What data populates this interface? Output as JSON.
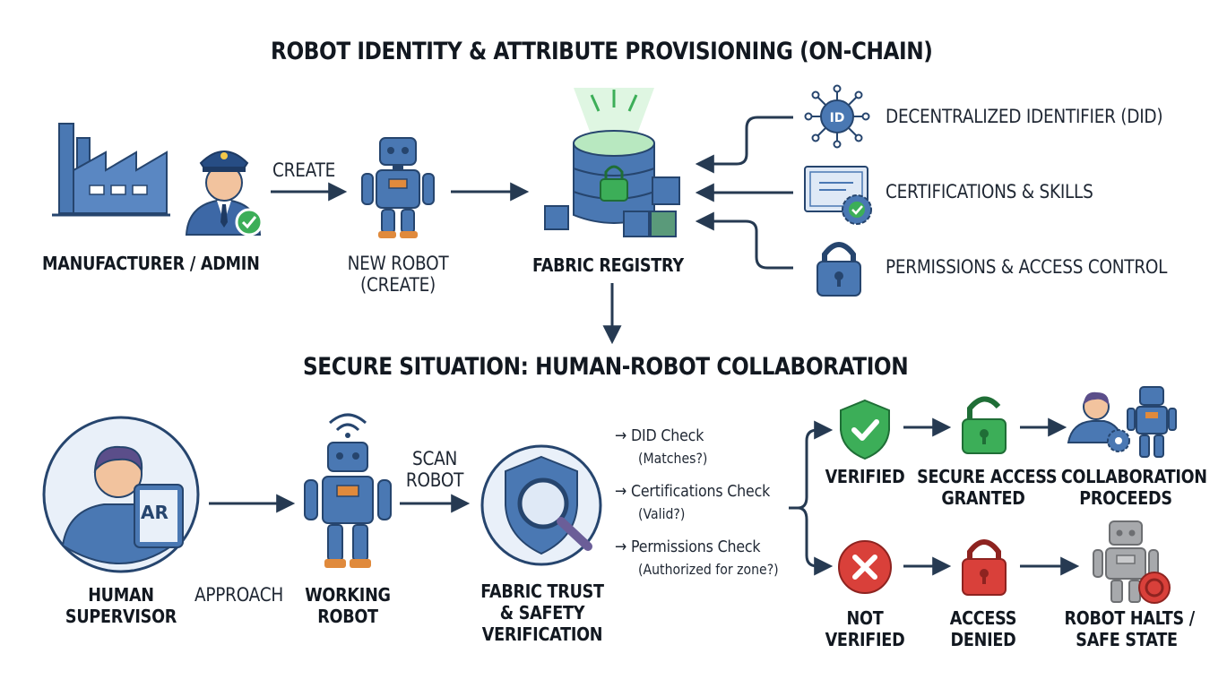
{
  "titles": {
    "top": "ROBOT IDENTITY & ATTRIBUTE PROVISIONING (ON-CHAIN)",
    "bottom": "SECURE SITUATION: HUMAN-ROBOT COLLABORATION"
  },
  "provisioning": {
    "manufacturer": "MANUFACTURER / ADMIN",
    "create_arrow": "CREATE",
    "new_robot_line1": "NEW ROBOT",
    "new_robot_line2": "(CREATE)",
    "registry": "FABRIC REGISTRY",
    "attributes": [
      {
        "label": "DECENTRALIZED IDENTIFIER (DID)",
        "icon": "did-network-icon"
      },
      {
        "label": "CERTIFICATIONS & SKILLS",
        "icon": "certificate-icon"
      },
      {
        "label": "PERMISSIONS & ACCESS CONTROL",
        "icon": "padlock-icon"
      }
    ]
  },
  "collaboration": {
    "supervisor_line1": "HUMAN",
    "supervisor_line2": "SUPERVISOR",
    "ar_label": "AR",
    "approach": "APPROACH",
    "working_line1": "WORKING",
    "working_line2": "ROBOT",
    "scan_line1": "SCAN",
    "scan_line2": "ROBOT",
    "verify_line1": "FABRIC TRUST",
    "verify_line2": "& SAFETY",
    "verify_line3": "VERIFICATION",
    "checks": [
      {
        "title": "DID Check",
        "sub": "(Matches?)"
      },
      {
        "title": "Certifications Check",
        "sub": "(Valid?)"
      },
      {
        "title": "Permissions Check",
        "sub": "(Authorized for zone?)"
      }
    ],
    "success": {
      "verified": "VERIFIED",
      "access_line1": "SECURE ACCESS",
      "access_line2": "GRANTED",
      "collab_line1": "COLLABORATION",
      "collab_line2": "PROCEEDS"
    },
    "failure": {
      "not_line1": "NOT",
      "not_line2": "VERIFIED",
      "denied_line1": "ACCESS",
      "denied_line2": "DENIED",
      "halt_line1": "ROBOT HALTS /",
      "halt_line2": "SAFE STATE"
    }
  },
  "colors": {
    "arrow": "#263a52",
    "blue": "#4a78b3",
    "blue_dark": "#26456e",
    "green": "#3cae58",
    "red": "#d9403a",
    "skin": "#f2c39e",
    "gray": "#a7a9ac"
  }
}
